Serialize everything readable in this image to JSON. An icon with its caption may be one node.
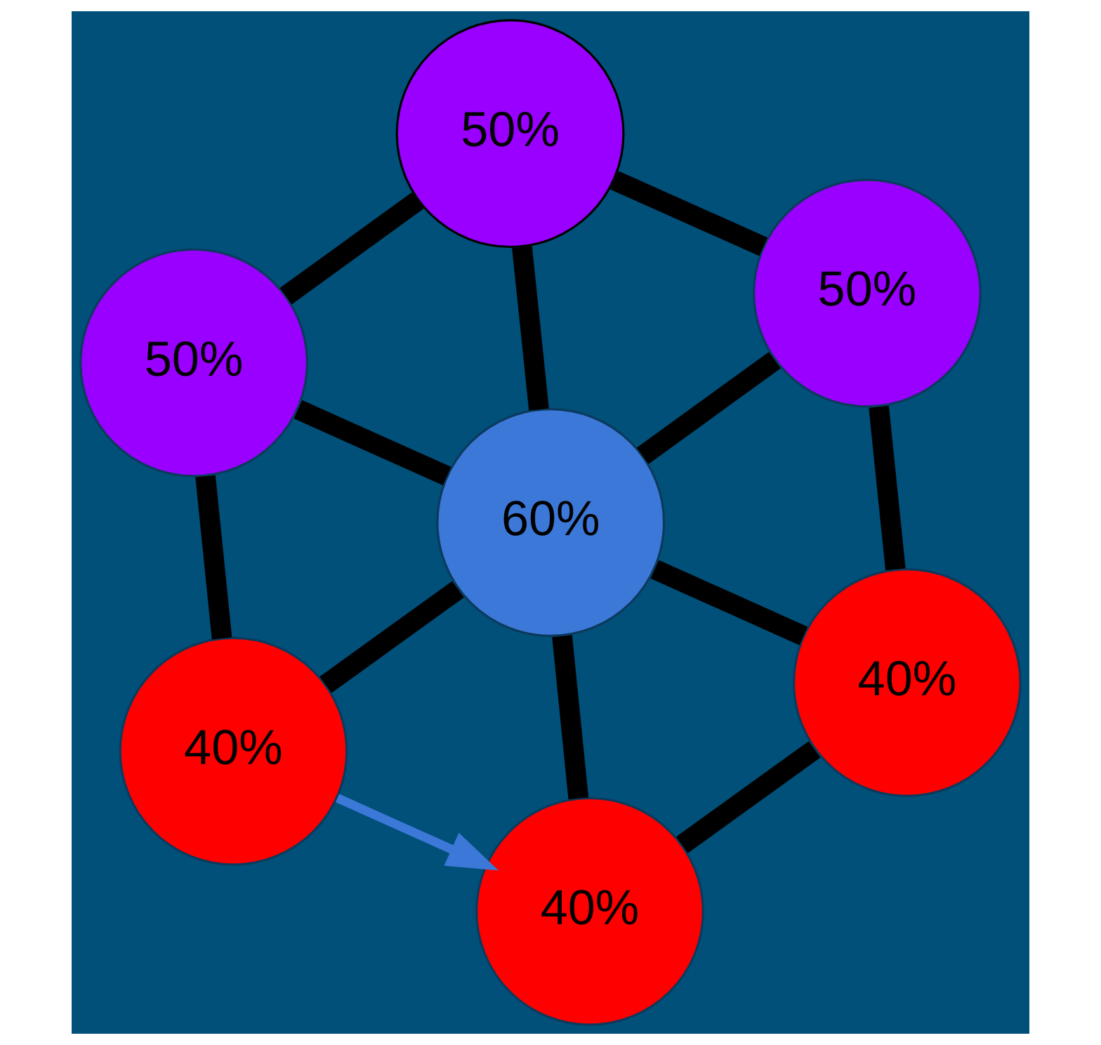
{
  "diagram": {
    "nodes": [
      {
        "text": [
          "50%"
        ]
      },
      {
        "text": [
          "50%"
        ]
      },
      {
        "text": [
          "50%"
        ]
      },
      {
        "text": [
          "60%"
        ]
      },
      {
        "text": [
          "40%"
        ]
      },
      {
        "text": [
          "40%"
        ]
      },
      {
        "text": [
          "40%"
        ]
      }
    ],
    "edges": [
      {
        "from": 0,
        "to": 1,
        "arrow": "none"
      },
      {
        "from": 0,
        "to": 2,
        "arrow": "none"
      },
      {
        "from": 0,
        "to": 3,
        "arrow": "none"
      },
      {
        "from": 1,
        "to": 3,
        "arrow": "none"
      },
      {
        "from": 1,
        "to": 4,
        "arrow": "none"
      },
      {
        "from": 2,
        "to": 3,
        "arrow": "none"
      },
      {
        "from": 2,
        "to": 5,
        "arrow": "none"
      },
      {
        "from": 3,
        "to": 4,
        "arrow": "none"
      },
      {
        "from": 3,
        "to": 5,
        "arrow": "none"
      },
      {
        "from": 3,
        "to": 6,
        "arrow": "none"
      },
      {
        "from": 4,
        "to": 6,
        "arrow": "none"
      },
      {
        "from": 5,
        "to": 6,
        "arrow": "to",
        "color": "#3c78d8"
      }
    ]
  }
}
